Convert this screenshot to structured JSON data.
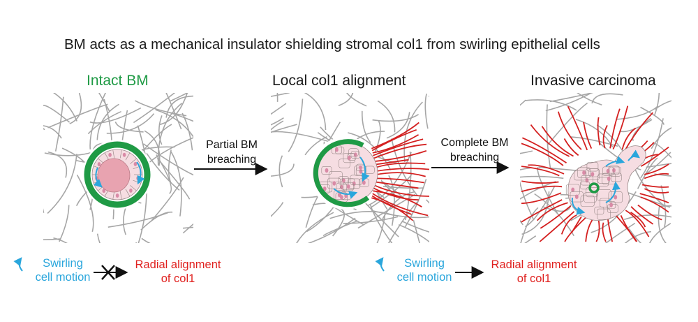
{
  "title": "BM acts as a mechanical insulator shielding stromal col1 from swirling epithelial cells",
  "panels": [
    {
      "title": "Intact BM"
    },
    {
      "title": "Local col1 alignment"
    },
    {
      "title": "Invasive carcinoma"
    }
  ],
  "arrows": [
    {
      "label_line1": "Partial BM",
      "label_line2": "breaching"
    },
    {
      "label_line1": "Complete BM",
      "label_line2": "breaching"
    }
  ],
  "legend": {
    "left": {
      "cause_line1": "Swirling",
      "cause_line2": "cell motion",
      "effect_line1": "Radial alignment",
      "effect_line2": "of col1",
      "blocked": true
    },
    "right": {
      "cause_line1": "Swirling",
      "cause_line2": "cell motion",
      "effect_line1": "Radial alignment",
      "effect_line2": "of col1",
      "blocked": false
    }
  },
  "colors": {
    "bm_green": "#1f9a45",
    "collagen_gray": "#a6a6a6",
    "aligned_col1_red": "#d42020",
    "swirl_blue": "#2aa6dc",
    "cell_pink": "#f6dde2",
    "lumen_pink": "#e8a3b0",
    "nucleus_pink": "#d98aa6"
  }
}
